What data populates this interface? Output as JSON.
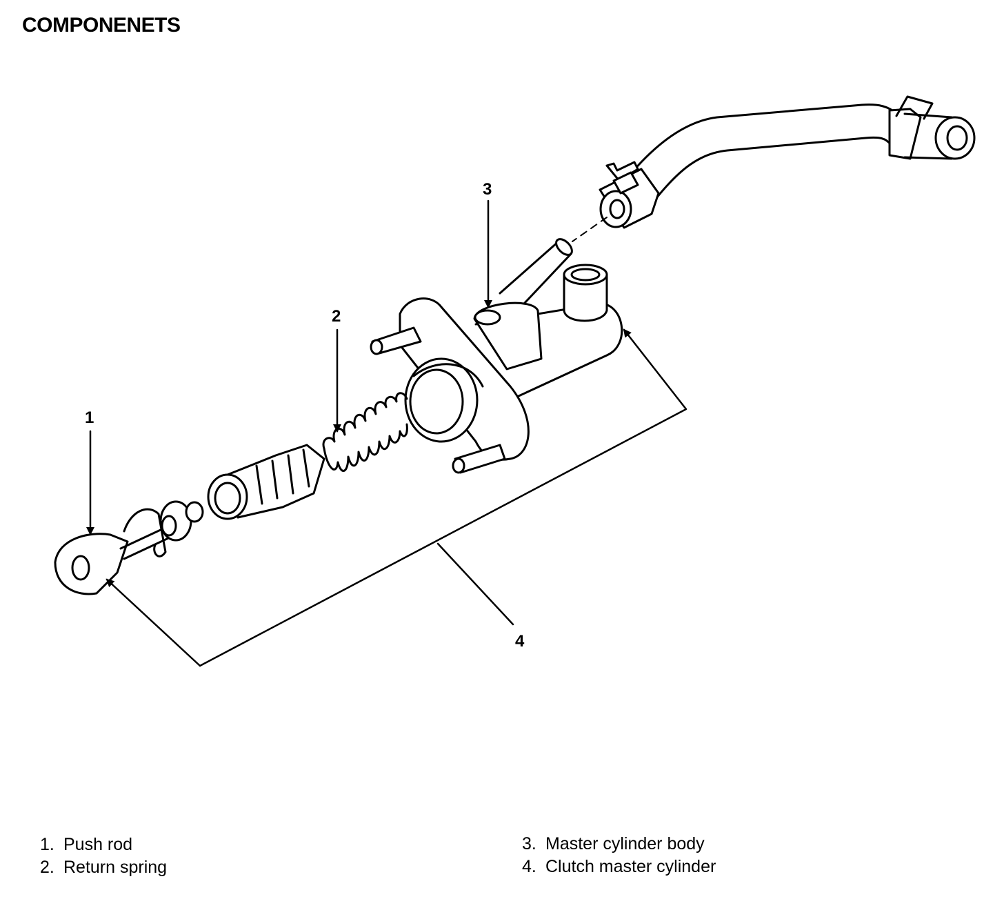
{
  "title": "COMPONENETS",
  "callouts": [
    "1",
    "2",
    "3",
    "4"
  ],
  "legend": [
    {
      "num": "1.",
      "label": "Push rod"
    },
    {
      "num": "2.",
      "label": "Return spring"
    },
    {
      "num": "3.",
      "label": "Master cylinder body"
    },
    {
      "num": "4.",
      "label": "Clutch master cylinder"
    }
  ]
}
